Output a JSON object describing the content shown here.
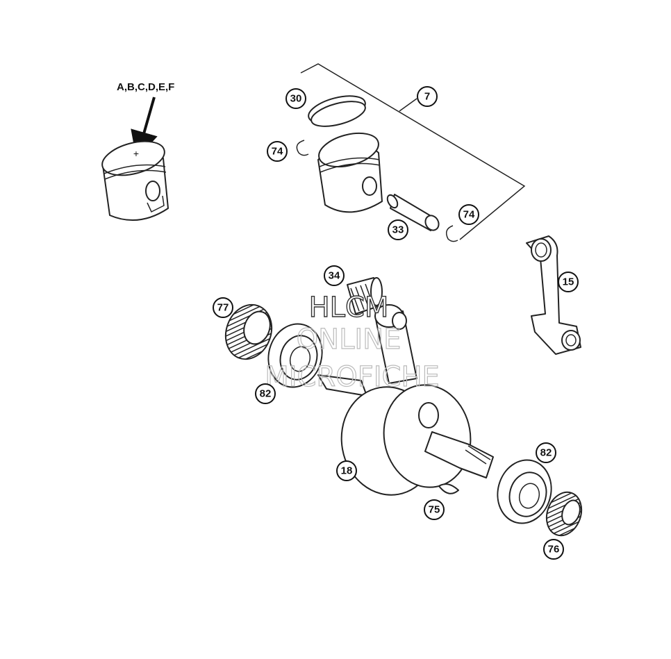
{
  "diagram": {
    "variant_label": "A,B,C,D,E,F",
    "callouts": [
      "7",
      "30",
      "74",
      "74",
      "33",
      "15",
      "34",
      "77",
      "82",
      "18",
      "75",
      "82",
      "76"
    ],
    "watermark": [
      "HLCM",
      "ONLINE",
      "MICROFICHE"
    ]
  }
}
